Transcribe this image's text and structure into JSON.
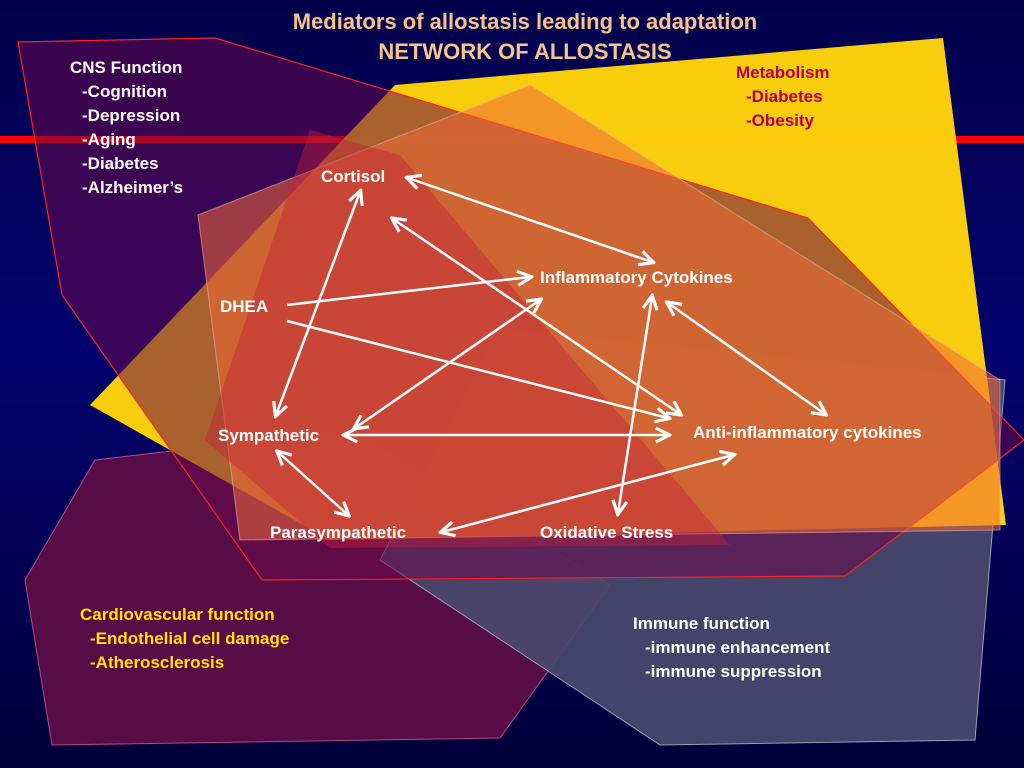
{
  "title": {
    "line1": "Mediators of allostasis leading to adaptation",
    "line2": "NETWORK OF ALLOSTASIS"
  },
  "domains": {
    "cns": {
      "heading": "CNS Function",
      "items": [
        "-Cognition",
        "-Depression",
        "-Aging",
        "-Diabetes",
        "-Alzheimer’s"
      ]
    },
    "metabolism": {
      "heading": "Metabolism",
      "items": [
        "-Diabetes",
        "-Obesity"
      ]
    },
    "cardiovascular": {
      "heading": "Cardiovascular function",
      "items": [
        "-Endothelial cell damage",
        "-Atherosclerosis"
      ]
    },
    "immune": {
      "heading": "Immune function",
      "items": [
        "-immune enhancement",
        "-immune suppression"
      ]
    }
  },
  "nodes": {
    "cortisol": "Cortisol",
    "inflammatory": "Inflammatory Cytokines",
    "dhea": "DHEA",
    "sympathetic": "Sympathetic",
    "anti_inflammatory": "Anti-inflammatory cytokines",
    "parasympathetic": "Parasympathetic",
    "oxidative": "Oxidative Stress"
  },
  "colors": {
    "background": "#01014a",
    "title": "#f7c28c",
    "cns_region": "#6a0a4a",
    "metabolism_region": "#ffd40a",
    "cardio_region": "#5e0d45",
    "immune_region": "#4a4a6e",
    "central_region": "#d94528",
    "red_line": "#ff0000",
    "arrow": "#ffffff",
    "cns_text": "#ffffff",
    "metabolism_text": "#b4004a",
    "cardio_text": "#ffe400",
    "immune_text": "#ffffff",
    "node_text": "#ffffff"
  }
}
